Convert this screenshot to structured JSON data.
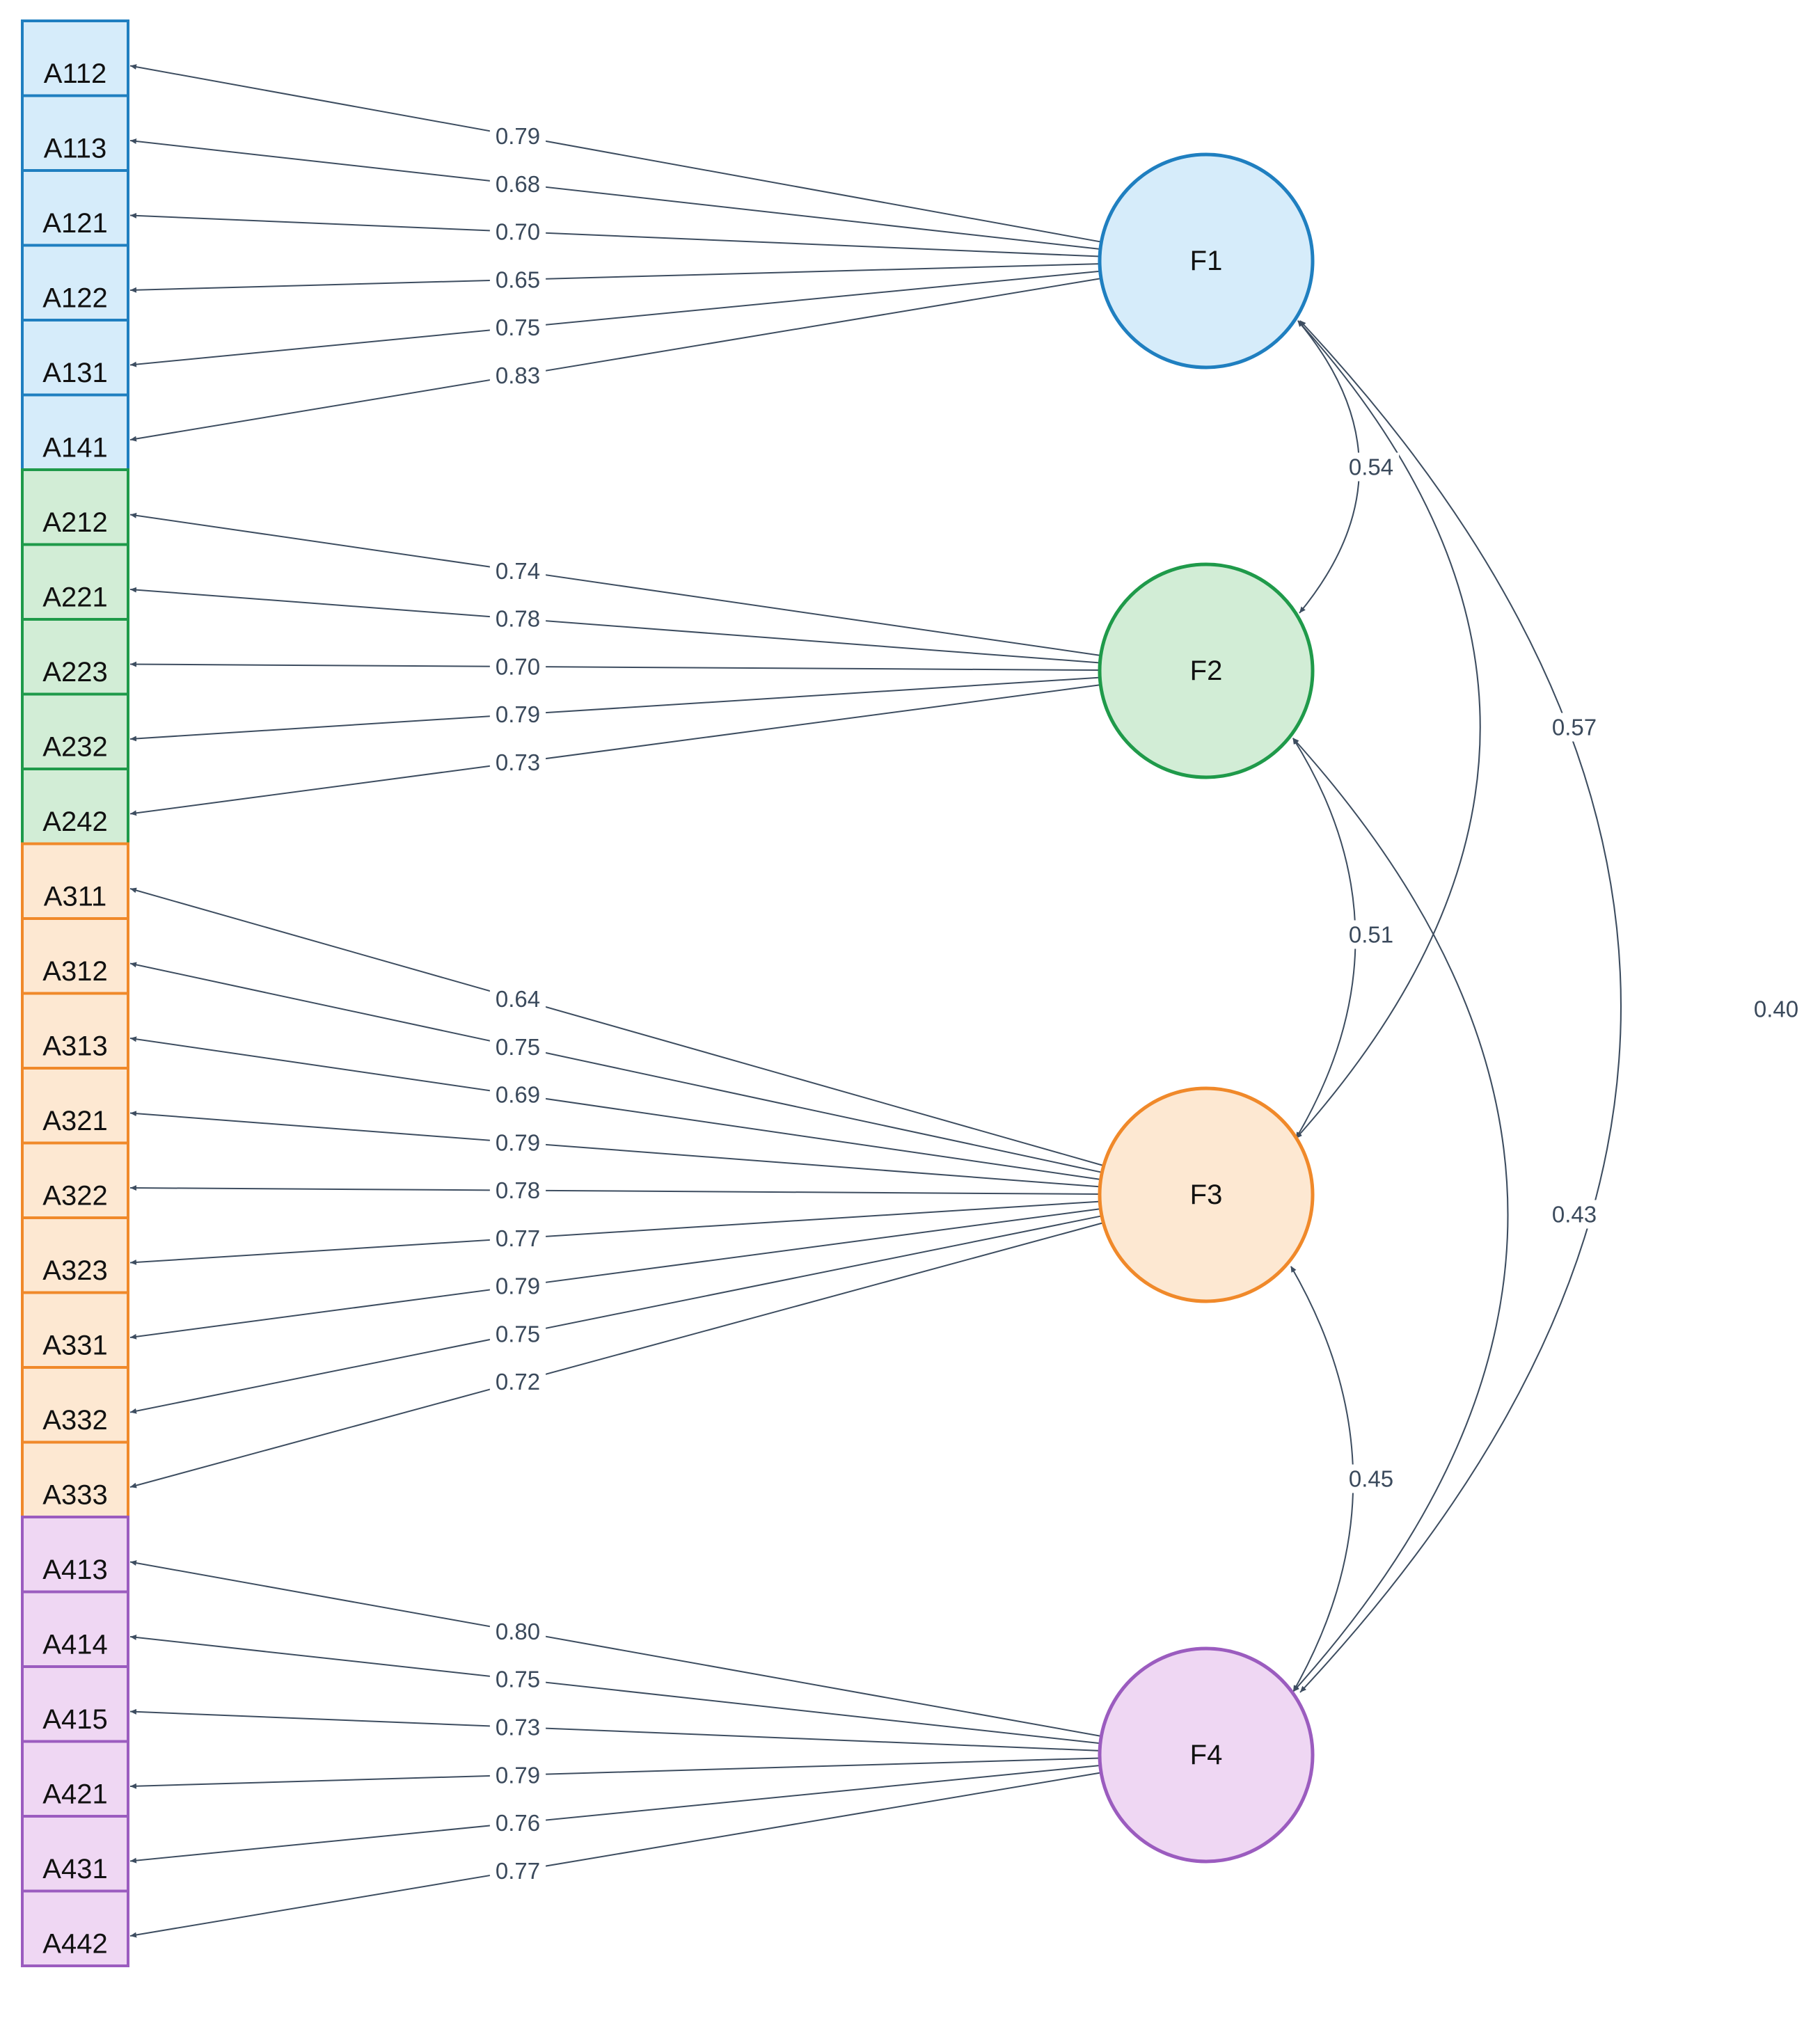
{
  "groups": [
    {
      "factor": "F1",
      "stroke": "#1f7fc0",
      "fill": "#d6ecfa",
      "items": [
        "A112",
        "A113",
        "A121",
        "A122",
        "A131",
        "A141"
      ],
      "loadings": [
        "0.79",
        "0.68",
        "0.70",
        "0.65",
        "0.75",
        "0.83"
      ]
    },
    {
      "factor": "F2",
      "stroke": "#1f9a4a",
      "fill": "#d2edd6",
      "items": [
        "A212",
        "A221",
        "A223",
        "A232",
        "A242"
      ],
      "loadings": [
        "0.74",
        "0.78",
        "0.70",
        "0.79",
        "0.73"
      ]
    },
    {
      "factor": "F3",
      "stroke": "#f0892a",
      "fill": "#fde8d2",
      "items": [
        "A311",
        "A312",
        "A313",
        "A321",
        "A322",
        "A323",
        "A331",
        "A332",
        "A333"
      ],
      "loadings": [
        "0.64",
        "0.75",
        "0.69",
        "0.79",
        "0.78",
        "0.77",
        "0.79",
        "0.75",
        "0.72"
      ]
    },
    {
      "factor": "F4",
      "stroke": "#9b5cbf",
      "fill": "#efd7f3",
      "items": [
        "A413",
        "A414",
        "A415",
        "A421",
        "A431",
        "A442"
      ],
      "loadings": [
        "0.80",
        "0.75",
        "0.73",
        "0.79",
        "0.76",
        "0.77"
      ]
    }
  ],
  "correlations": [
    {
      "from": "F1",
      "to": "F2",
      "value": "0.54"
    },
    {
      "from": "F1",
      "to": "F3",
      "value": "0.57"
    },
    {
      "from": "F1",
      "to": "F4",
      "value": "0.40"
    },
    {
      "from": "F2",
      "to": "F3",
      "value": "0.51"
    },
    {
      "from": "F2",
      "to": "F4",
      "value": "0.43"
    },
    {
      "from": "F3",
      "to": "F4",
      "value": "0.45"
    }
  ],
  "line_color": "#3d4d60"
}
